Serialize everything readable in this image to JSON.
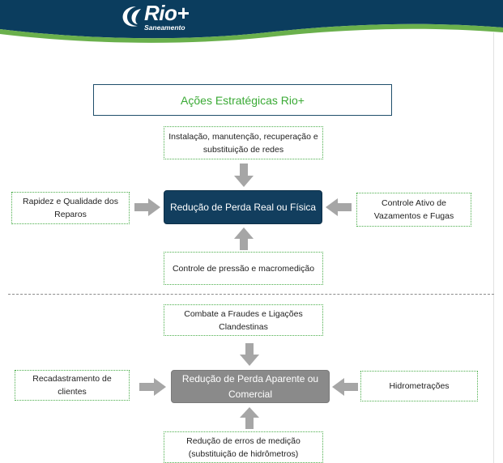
{
  "header": {
    "logo_main": "Rio+",
    "logo_sub": "Saneamento",
    "colors": {
      "band": "#0b3d5e",
      "wave": "#6ab04c"
    }
  },
  "title": "Ações Estratégicas Rio+",
  "real_loss": {
    "center": "Redução de Perda Real ou Física",
    "top": "Instalação, manutenção, recuperação e substituição de redes",
    "left": "Rapidez e Qualidade dos Reparos",
    "right": "Controle Ativo de Vazamentos e Fugas",
    "bottom": "Controle de pressão e macromedição"
  },
  "apparent_loss": {
    "center": "Redução de Perda Aparente ou Comercial",
    "top": "Combate a Fraudes e Ligações Clandestinas",
    "left": "Recadastramento de clientes",
    "right": "Hidrometrações",
    "bottom": "Redução de erros de medição (substituição de hidrômetros)"
  },
  "colors": {
    "title_text": "#3aaa35",
    "box_border": "#4cae4c",
    "real_center_fill": "#123e5e",
    "apparent_center_fill": "#8a8a8a",
    "arrow": "#a6a6a6"
  }
}
